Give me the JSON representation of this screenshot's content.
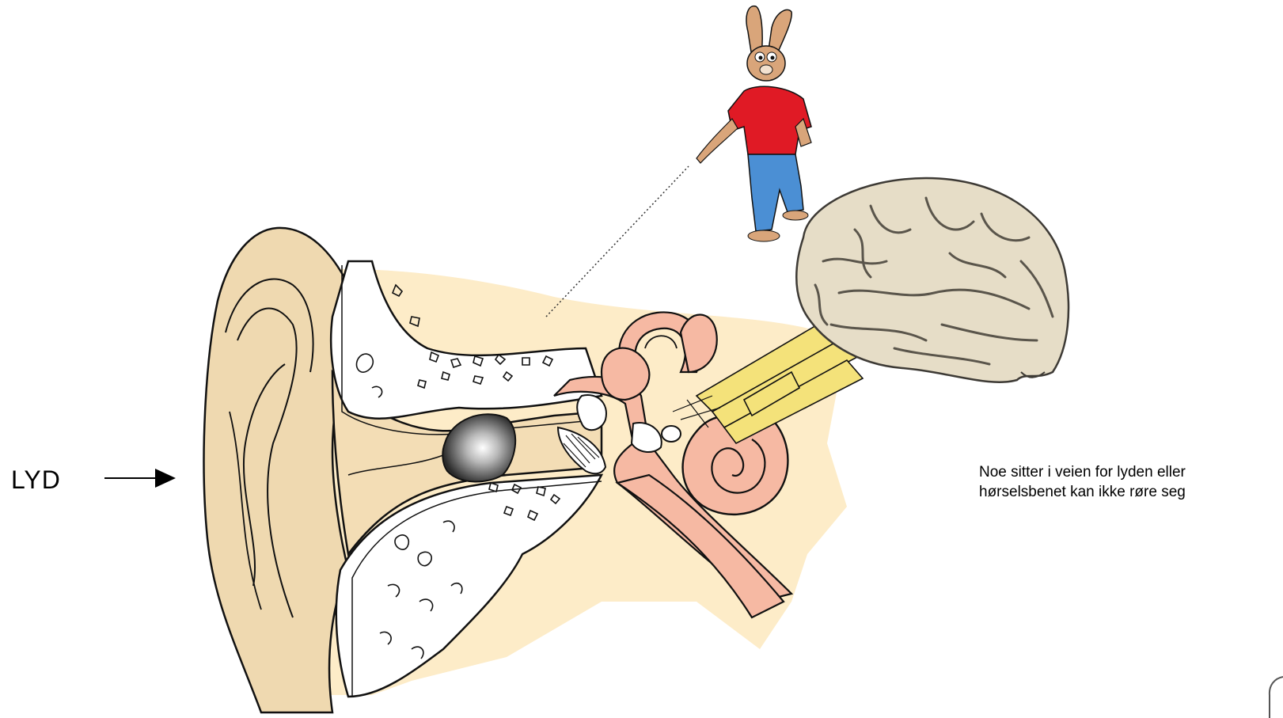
{
  "labels": {
    "sound": "LYD",
    "caption_line1": "Noe sitter i veien for lyden eller",
    "caption_line2": "hørselsbenet  kan ikke røre seg"
  },
  "colors": {
    "skin_bg": "#fdecc8",
    "outer_ear": "#efd9b0",
    "inner_ear_pink": "#f6b9a3",
    "nerve_yellow": "#f4e27a",
    "brain": "#e6ddc7",
    "shirt_red": "#e01a25",
    "jeans_blue": "#4b8fd4"
  },
  "icons": {
    "arrow": "arrow-right-icon",
    "blockage": "earwax-blockage-icon",
    "brain": "brain-icon",
    "character": "rabbit-with-cane-icon"
  }
}
